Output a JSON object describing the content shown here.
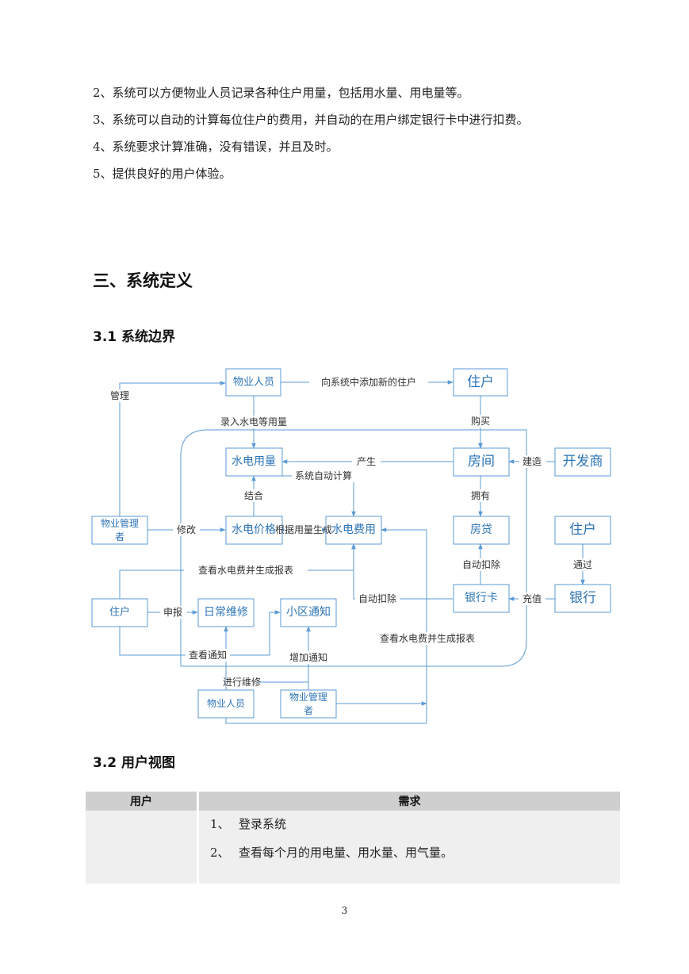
{
  "requirements_list": [
    "2、系统可以方便物业人员记录各种住户用量，包括用水量、用电量等。",
    "3、系统可以自动的计算每位住户的费用，并自动的在用户绑定银行卡中进行扣费。",
    "4、系统要求计算准确，没有错误，并且及时。",
    "5、提供良好的用户体验。"
  ],
  "section_title": "三、系统定义",
  "subsection_boundary": "3.1 系统边界",
  "diagram": {
    "nodes": {
      "wuye_top": "物业人员",
      "zhuhu_top": "住户",
      "shuidian_yongliang": "水电用量",
      "fangjian": "房间",
      "kaifashang": "开发商",
      "wuye_guanli_left": "物业管理者",
      "shuidian_jiage": "水电价格",
      "shuidian_feiyong": "水电费用",
      "fangdai": "房贷",
      "zhuhu_right": "住户",
      "zhuhu_left": "住户",
      "richang_weixiu": "日常维修",
      "xiaoqu_tongzhi": "小区通知",
      "yinhangka": "银行卡",
      "yinhang": "银行",
      "wuye_bottom": "物业人员",
      "wuye_guanli_bottom": "物业管理者"
    },
    "labels": {
      "guanli": "管理",
      "tianjia_zhuhu": "向系统中添加新的住户",
      "luru": "录入水电等用量",
      "goumai": "购买",
      "chansheng": "产生",
      "jianzao": "建造",
      "zidong_jisuan": "系统自动计算",
      "jiehe": "结合",
      "yongyou": "拥有",
      "xiugai": "修改",
      "jiage_small": "根据用量生成",
      "chakan_baobiao_left": "查看水电费并生成报表",
      "zidong_kouchu_fangdai": "自动扣除",
      "tongguo": "通过",
      "shenbao": "申报",
      "zidong_kouchu": "自动扣除",
      "chongzhi": "充值",
      "chakan_baobiao_bottom": "查看水电费并生成报表",
      "chakan_tongzhi": "查看通知",
      "zengjia_tongzhi": "增加通知",
      "jinxing_weixiu": "进行维修"
    }
  },
  "subsection_user_view": "3.2 用户视图",
  "table": {
    "headers": [
      "用户",
      "需求"
    ],
    "rows": [
      {
        "user": "",
        "items": [
          {
            "num": "1、",
            "text": "登录系统"
          },
          {
            "num": "2、",
            "text": "查看每个月的用电量、用水量、用气量。"
          }
        ]
      }
    ]
  },
  "page_number": "3",
  "colors": {
    "diagram_line": "#5b9bd5",
    "diagram_text": "#2e75b6",
    "table_header": "#cfcfcf",
    "table_cell": "#efefef"
  }
}
